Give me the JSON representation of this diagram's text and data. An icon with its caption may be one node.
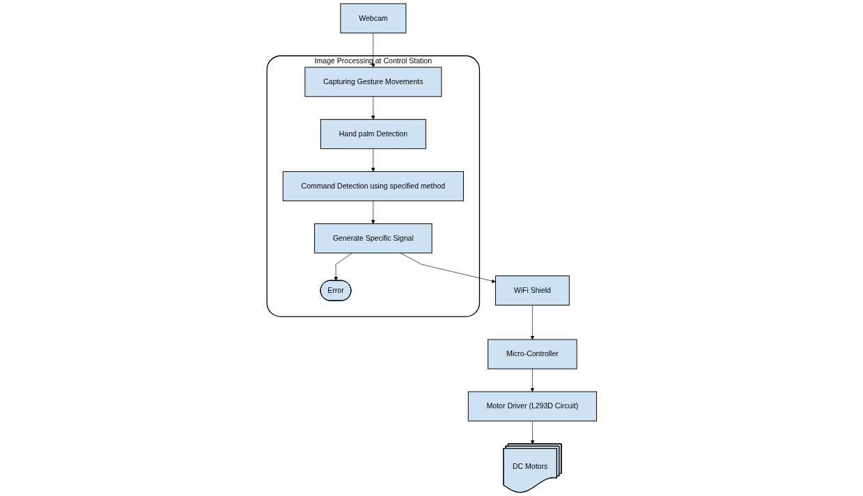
{
  "diagram": {
    "nodes": [
      {
        "text": [
          "Webcam"
        ]
      },
      {
        "text": [
          "Image Processing at Control Station"
        ]
      },
      {
        "text": [
          "Capturing Gesture Movements"
        ],
        "in": 1
      },
      {
        "text": [
          "Hand palm Detection"
        ],
        "in": 1
      },
      {
        "text": [
          "Command Detection using specified method"
        ],
        "in": 1
      },
      {
        "text": [
          "Generate Specific Signal"
        ],
        "in": 1
      },
      {
        "text": [
          "Error"
        ],
        "in": 1
      },
      {
        "text": [
          "WiFi Shield"
        ]
      },
      {
        "text": [
          "Micro-Controller"
        ]
      },
      {
        "text": [
          "Motor Driver (L293D Circuit)"
        ]
      },
      {
        "text": [
          "DC Motors"
        ]
      }
    ],
    "edges": [
      {
        "from": 0,
        "to": 2,
        "arrow": "to"
      },
      {
        "from": 2,
        "to": 3,
        "arrow": "to"
      },
      {
        "from": 3,
        "to": 4,
        "arrow": "to"
      },
      {
        "from": 4,
        "to": 5,
        "arrow": "to"
      },
      {
        "from": 5,
        "to": 6,
        "arrow": "to"
      },
      {
        "from": 5,
        "to": 7,
        "arrow": "to"
      },
      {
        "from": 7,
        "to": 8,
        "arrow": "to"
      },
      {
        "from": 8,
        "to": 9,
        "arrow": "to"
      },
      {
        "from": 9,
        "to": 10,
        "arrow": "to"
      }
    ]
  }
}
